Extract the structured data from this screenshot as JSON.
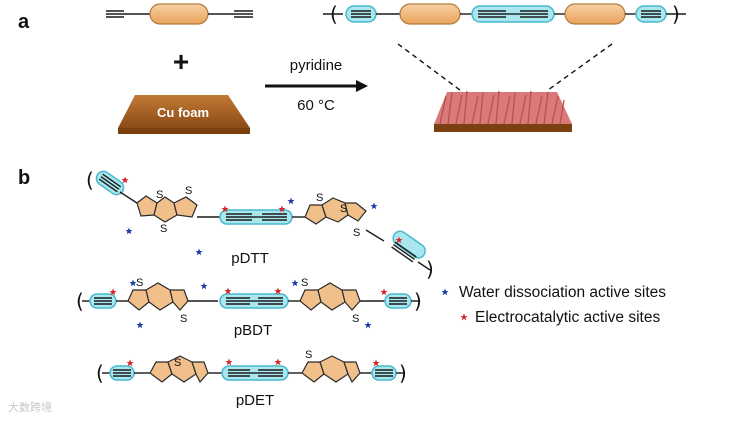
{
  "panel_a": {
    "label": "a",
    "plus": "+",
    "cu_foam": "Cu foam",
    "condition_solvent": "pyridine",
    "condition_temp": "60 °C"
  },
  "panel_b": {
    "label": "b",
    "polymers": [
      "pDTT",
      "pBDT",
      "pDET"
    ],
    "atom_S": "S",
    "bracket_left": "(",
    "bracket_right": ")"
  },
  "legend": {
    "blue_star": "Water dissociation active sites",
    "red_star": "Electrocatalytic active sites",
    "blue_color": "#1f3fa8",
    "red_color": "#d9252a"
  },
  "colors": {
    "highlight": "#a9e6ee",
    "ring_fill": "#f1bf8a",
    "foam": "#a65f1f"
  },
  "watermark": "大数跨境"
}
